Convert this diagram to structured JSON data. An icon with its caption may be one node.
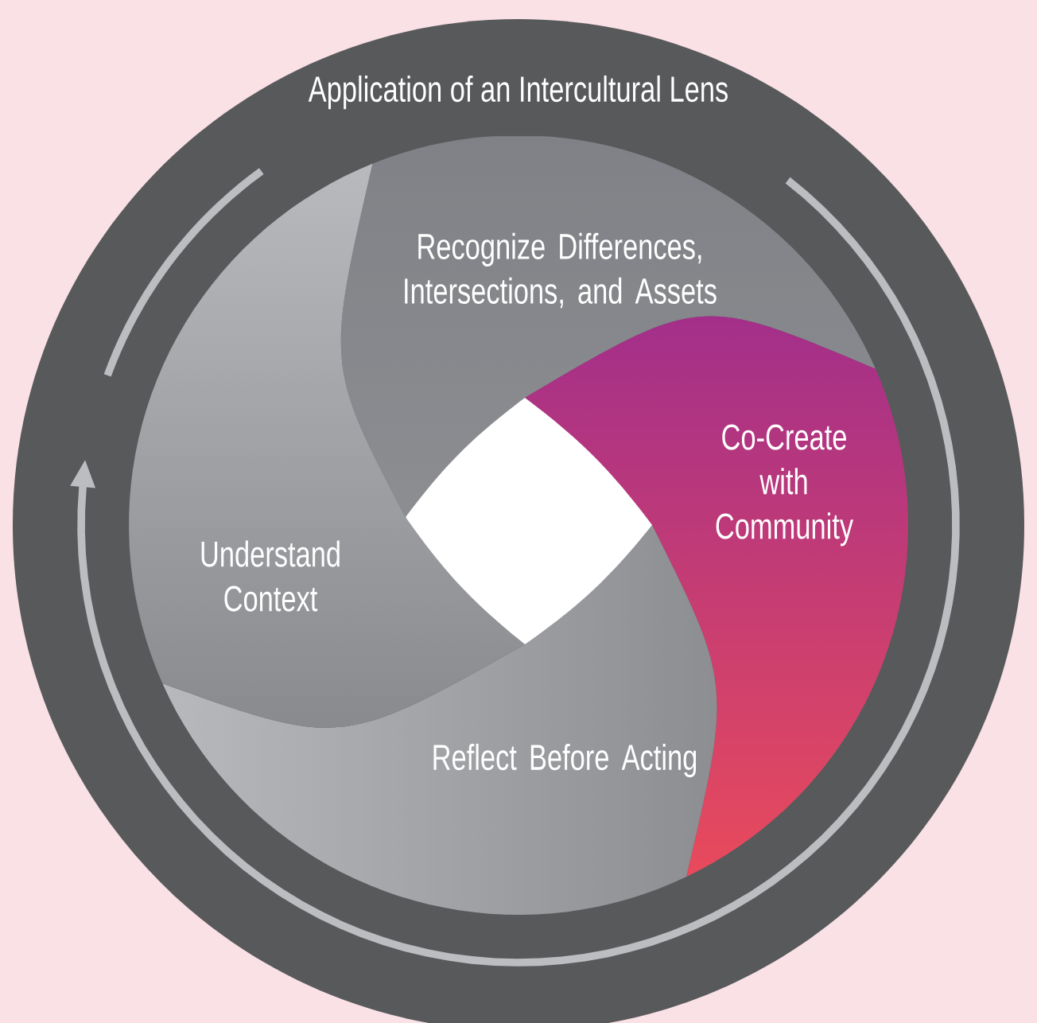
{
  "diagram": {
    "nodes": [
      {
        "text": [
          "Application of an Intercultural Lens"
        ]
      },
      {
        "text": [
          "Recognize Differences, Intersections, and Assets"
        ],
        "in": 0
      },
      {
        "text": [
          "Co-Create with Community"
        ],
        "in": 0
      },
      {
        "text": [
          "Reflect Before Acting"
        ],
        "in": 0
      },
      {
        "text": [
          "Understand Context"
        ],
        "in": 0
      },
      {
        "text": [],
        "shape": "diamond",
        "in": 0
      }
    ]
  }
}
